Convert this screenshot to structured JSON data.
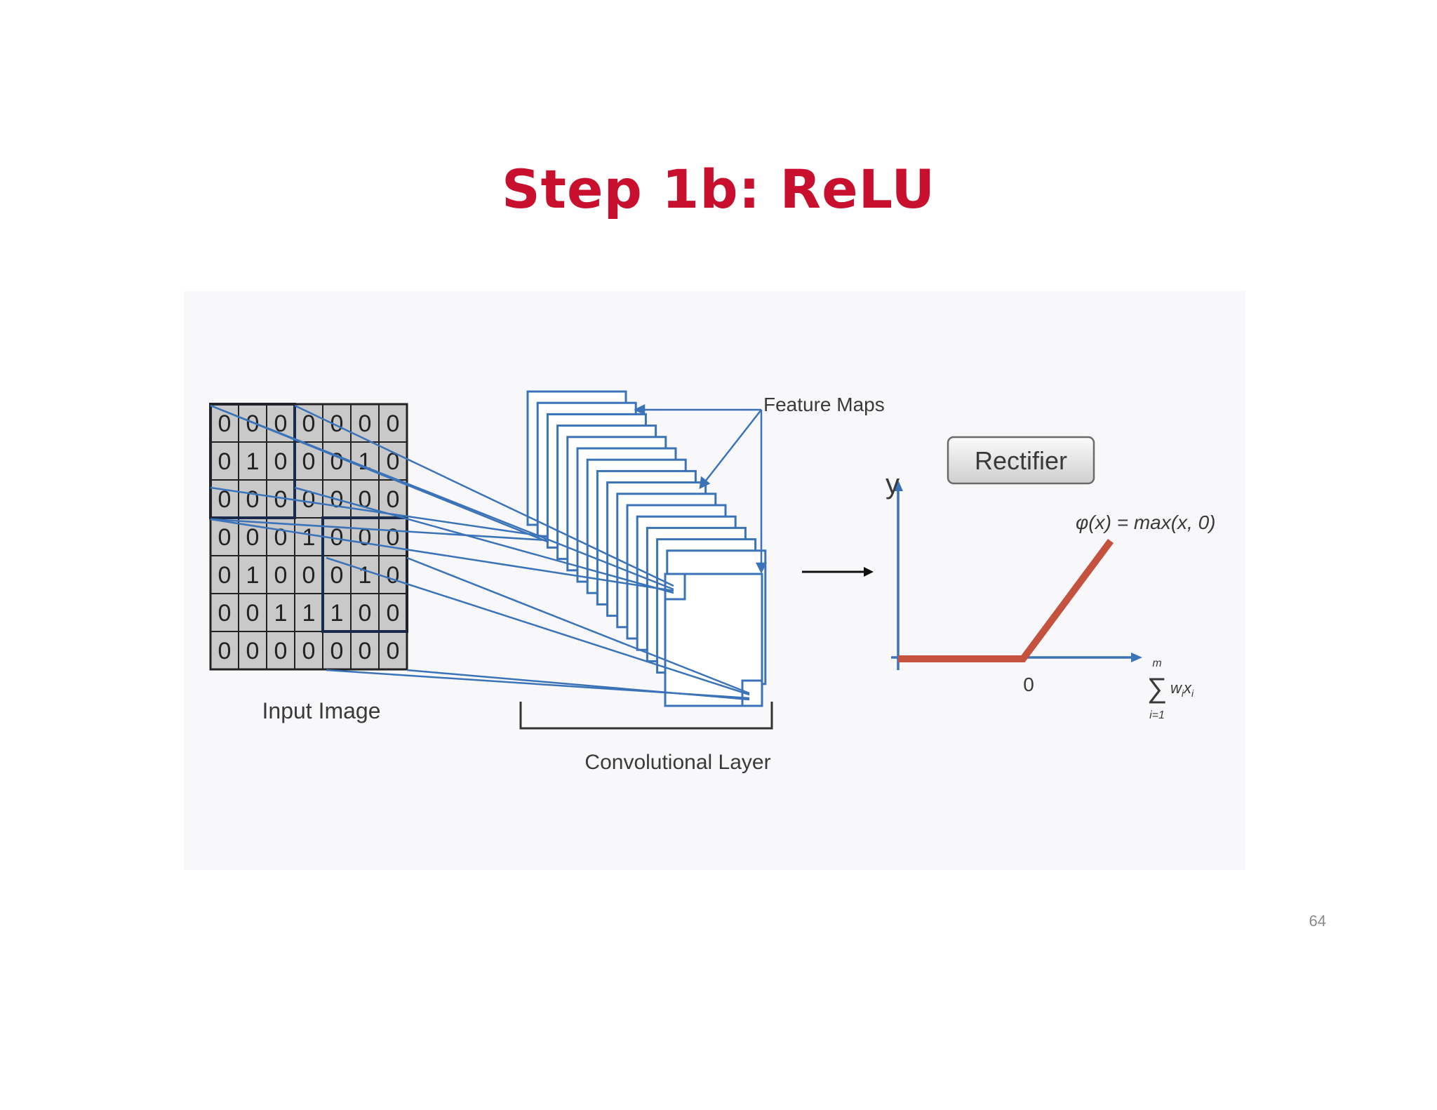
{
  "slide": {
    "title": "Step 1b: ReLU",
    "page_number": "64"
  },
  "input_image": {
    "label": "Input Image",
    "grid": [
      [
        "0",
        "0",
        "0",
        "0",
        "0",
        "0",
        "0"
      ],
      [
        "0",
        "1",
        "0",
        "0",
        "0",
        "1",
        "0"
      ],
      [
        "0",
        "0",
        "0",
        "0",
        "0",
        "0",
        "0"
      ],
      [
        "0",
        "0",
        "0",
        "1",
        "0",
        "0",
        "0"
      ],
      [
        "0",
        "1",
        "0",
        "0",
        "0",
        "1",
        "0"
      ],
      [
        "0",
        "0",
        "1",
        "1",
        "1",
        "0",
        "0"
      ],
      [
        "0",
        "0",
        "0",
        "0",
        "0",
        "0",
        "0"
      ]
    ]
  },
  "convolutional_layer": {
    "label": "Convolutional Layer",
    "feature_maps_label": "Feature Maps"
  },
  "rectifier": {
    "button_label": "Rectifier",
    "y_axis_label": "y",
    "formula": "φ(x) = max(x, 0)",
    "origin_label": "0",
    "x_axis_label": {
      "sum_symbol": "∑",
      "upper": "m",
      "lower": "i=1",
      "term": "w",
      "term_sub1": "i",
      "term_x": "x",
      "term_sub2": "i"
    }
  },
  "colors": {
    "title": "#c8102e",
    "diagram_blue": "#3b73b9",
    "relu_red": "#c5523f",
    "grid_fill": "#c9c9c9"
  }
}
